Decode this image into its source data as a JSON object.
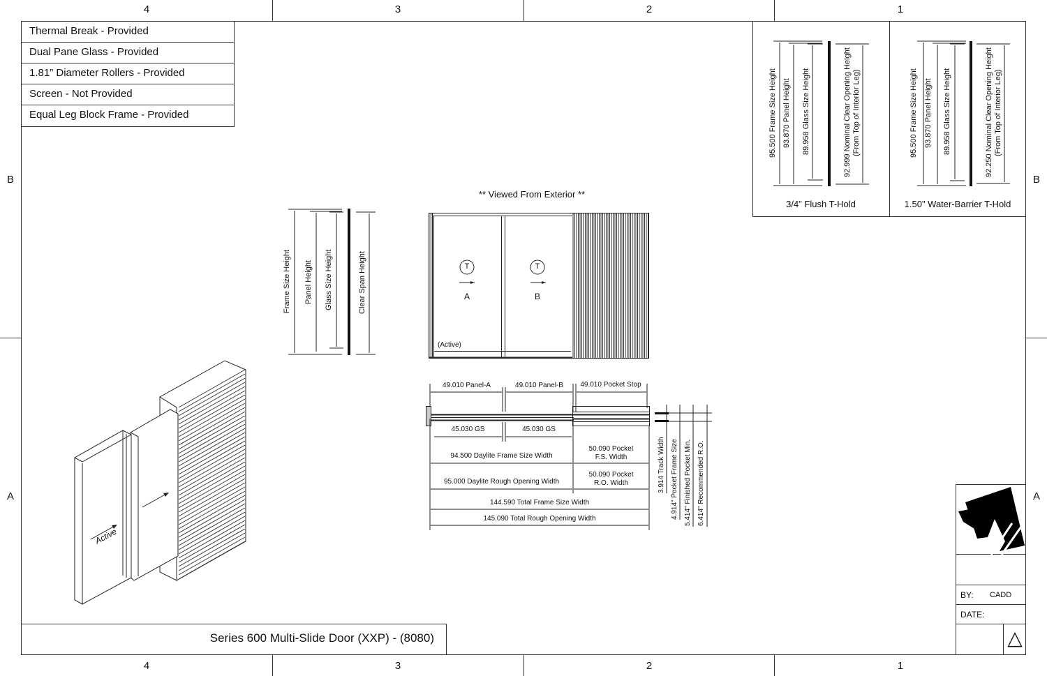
{
  "border": {
    "columns": [
      "4",
      "3",
      "2",
      "1"
    ],
    "rows": [
      "B",
      "A"
    ]
  },
  "spec_table": {
    "rows": [
      "Thermal Break - Provided",
      "Dual Pane Glass - Provided",
      "1.81” Diameter Rollers - Provided",
      "Screen - Not Provided",
      "Equal Leg Block Frame - Provided"
    ]
  },
  "sill_details": [
    {
      "caption": "3/4\" Flush T-Hold",
      "frame_height": "95.500 Frame Size Height",
      "panel_height": "93.870 Panel Height",
      "glass_height": "89.958 Glass Size Height",
      "clear_line1": "92.999 Nominal Clear Opening Height",
      "clear_line2": "(From Top of Interior Leg)"
    },
    {
      "caption": "1.50\" Water-Barrier T-Hold",
      "frame_height": "95.500 Frame Size Height",
      "panel_height": "93.870 Panel Height",
      "glass_height": "89.958 Glass Size Height",
      "clear_line1": "92.250 Nominal Clear Opening Height",
      "clear_line2": "(From Top of Interior Leg)"
    }
  ],
  "height_legend": {
    "frame": "Frame Size Height",
    "panel": "Panel Height",
    "glass": "Glass Size Height",
    "clear": "Clear Span Height"
  },
  "elevation": {
    "title": "** Viewed From Exterior **",
    "panels": [
      {
        "symbol": "T",
        "label": "A",
        "note": "(Active)"
      },
      {
        "symbol": "T",
        "label": "B",
        "note": ""
      }
    ]
  },
  "plan_dims": {
    "panel_a": "49.010 Panel-A",
    "panel_b": "49.010 Panel-B",
    "pocket_stop": "49.010 Pocket Stop",
    "gs_a": "45.030 GS",
    "gs_b": "45.030 GS",
    "daylite_fs": "94.500 Daylite Frame Size Width",
    "pocket_fs_1": "50.090 Pocket",
    "pocket_fs_2": "F.S. Width",
    "daylite_ro": "95.000 Daylite Rough Opening Width",
    "pocket_ro_1": "50.090 Pocket",
    "pocket_ro_2": "R.O. Width",
    "total_fs": "144.590 Total Frame Size Width",
    "total_ro": "145.090 Total Rough Opening Width",
    "track_width": "3.914 Track Width",
    "pocket_frame": "4.914\" Pocket Frame Size",
    "finished_pocket": "5.414\" Finished Pocket Min.",
    "recommended_ro": "6.414\" Recommended R.O."
  },
  "isometric": {
    "active_label": "Active"
  },
  "title_block": {
    "title": "Series 600 Multi-Slide Door (XXP) - (8080)",
    "by_label": "BY:",
    "by_value": "CADD",
    "date_label": "DATE:",
    "date_value": "",
    "revision_symbol": "△"
  }
}
